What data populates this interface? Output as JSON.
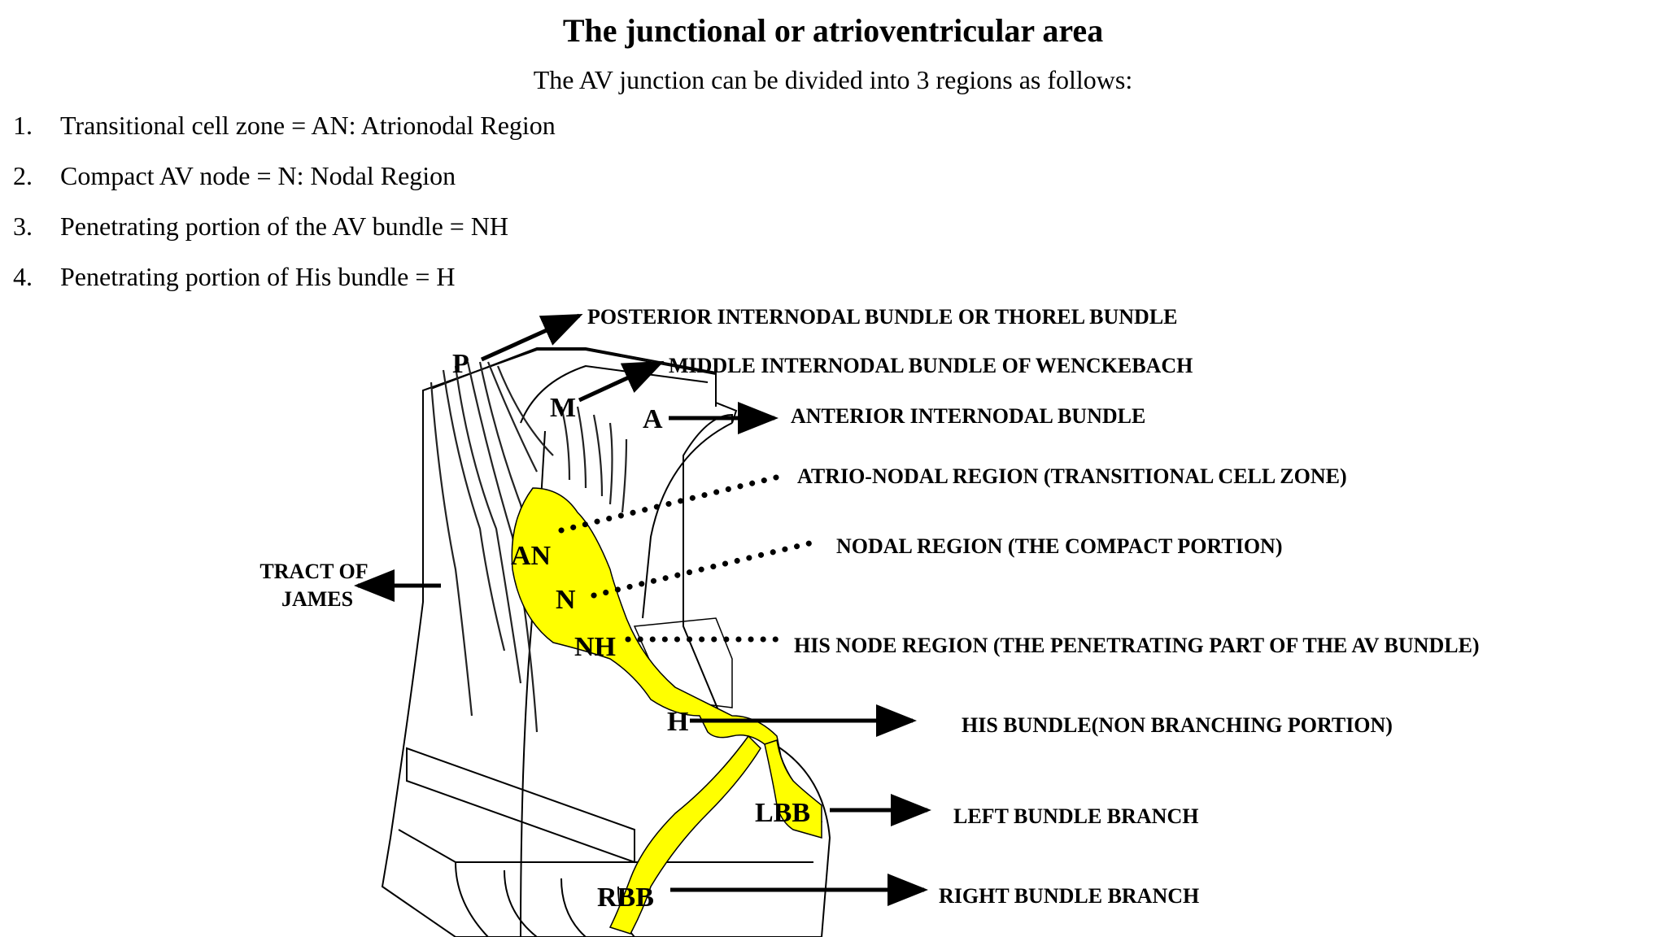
{
  "header": {
    "title": "The junctional or atrioventricular area",
    "subtitle": "The AV junction can be divided into 3 regions as follows:"
  },
  "regions_list": [
    {
      "num": "1.",
      "text": "Transitional cell zone = AN: Atrionodal Region"
    },
    {
      "num": "2.",
      "text": "Compact AV node = N: Nodal Region"
    },
    {
      "num": "3.",
      "text": "Penetrating portion of the AV bundle = NH"
    },
    {
      "num": "4.",
      "text": "Penetrating portion of His bundle = H"
    }
  ],
  "diagram": {
    "tags": {
      "p": "P",
      "m": "M",
      "a": "A",
      "an": "AN",
      "n": "N",
      "nh": "NH",
      "h": "H",
      "lbb": "LBB",
      "rbb": "RBB"
    },
    "callouts": {
      "posterior": "POSTERIOR INTERNODAL BUNDLE OR THOREL BUNDLE",
      "middle": "MIDDLE INTERNODAL BUNDLE OF WENCKEBACH",
      "anterior": "ANTERIOR INTERNODAL BUNDLE",
      "atrionodal": "ATRIO-NODAL REGION (TRANSITIONAL CELL ZONE)",
      "nodal": "NODAL REGION (THE COMPACT PORTION)",
      "his_node": "HIS NODE REGION (THE PENETRATING PART OF THE AV BUNDLE)",
      "his_bundle": "HIS BUNDLE(NON BRANCHING PORTION)",
      "left_branch": "LEFT BUNDLE BRANCH",
      "right_branch": "RIGHT BUNDLE BRANCH",
      "james_line1": "TRACT OF",
      "james_line2": "JAMES"
    },
    "colors": {
      "conduction_tissue": "#ffff00",
      "outline": "#000000"
    }
  }
}
